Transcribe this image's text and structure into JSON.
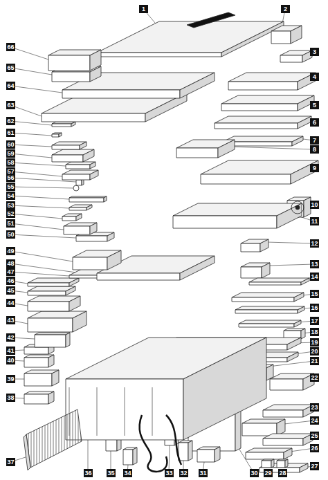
{
  "diagram": {
    "labels": [
      "1",
      "2",
      "3",
      "4",
      "5",
      "6",
      "7",
      "8",
      "9",
      "10",
      "11",
      "12",
      "13",
      "14",
      "15",
      "16",
      "17",
      "18",
      "19",
      "20",
      "21",
      "22",
      "23",
      "24",
      "25",
      "26",
      "27",
      "28",
      "29",
      "30",
      "31",
      "32",
      "33",
      "34",
      "35",
      "36",
      "37",
      "38",
      "39",
      "40",
      "41",
      "42",
      "43",
      "44",
      "45",
      "46",
      "47",
      "48",
      "49",
      "50",
      "51",
      "52",
      "53",
      "54",
      "55",
      "56",
      "57",
      "58",
      "59",
      "60",
      "61",
      "62",
      "63",
      "64",
      "65",
      "66"
    ]
  }
}
